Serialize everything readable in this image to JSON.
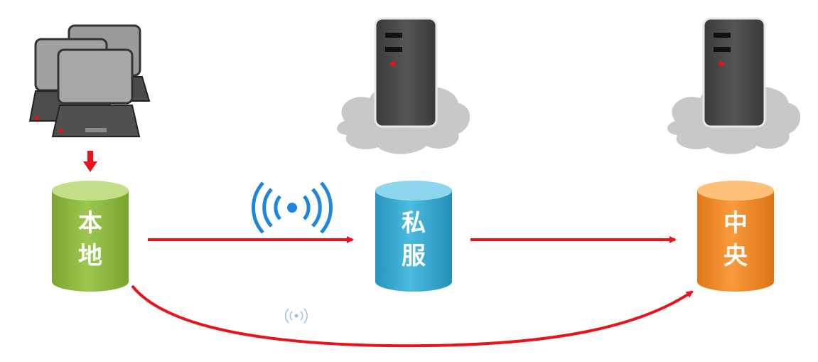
{
  "nodes": {
    "local": {
      "line1": "本",
      "line2": "地",
      "color_top": "#b5d86a",
      "color_body": "#8cb83f"
    },
    "private": {
      "line1": "私",
      "line2": "服",
      "color_top": "#7fd3ec",
      "color_body": "#35a9cf"
    },
    "central": {
      "line1": "中",
      "line2": "央",
      "color_top": "#ffc27a",
      "color_body": "#f28a2a"
    }
  },
  "colors": {
    "arrow": "#e8131b",
    "wifi": "#1f86e0",
    "server_body": "#4a4a4a",
    "cloud": "#c9c9c9",
    "computer": "#9a9a9a"
  },
  "icons": {
    "computers": "computer-cluster-icon",
    "server": "server-tower-icon",
    "cloud": "cloud-icon",
    "wifi": "wifi-signal-icon"
  }
}
